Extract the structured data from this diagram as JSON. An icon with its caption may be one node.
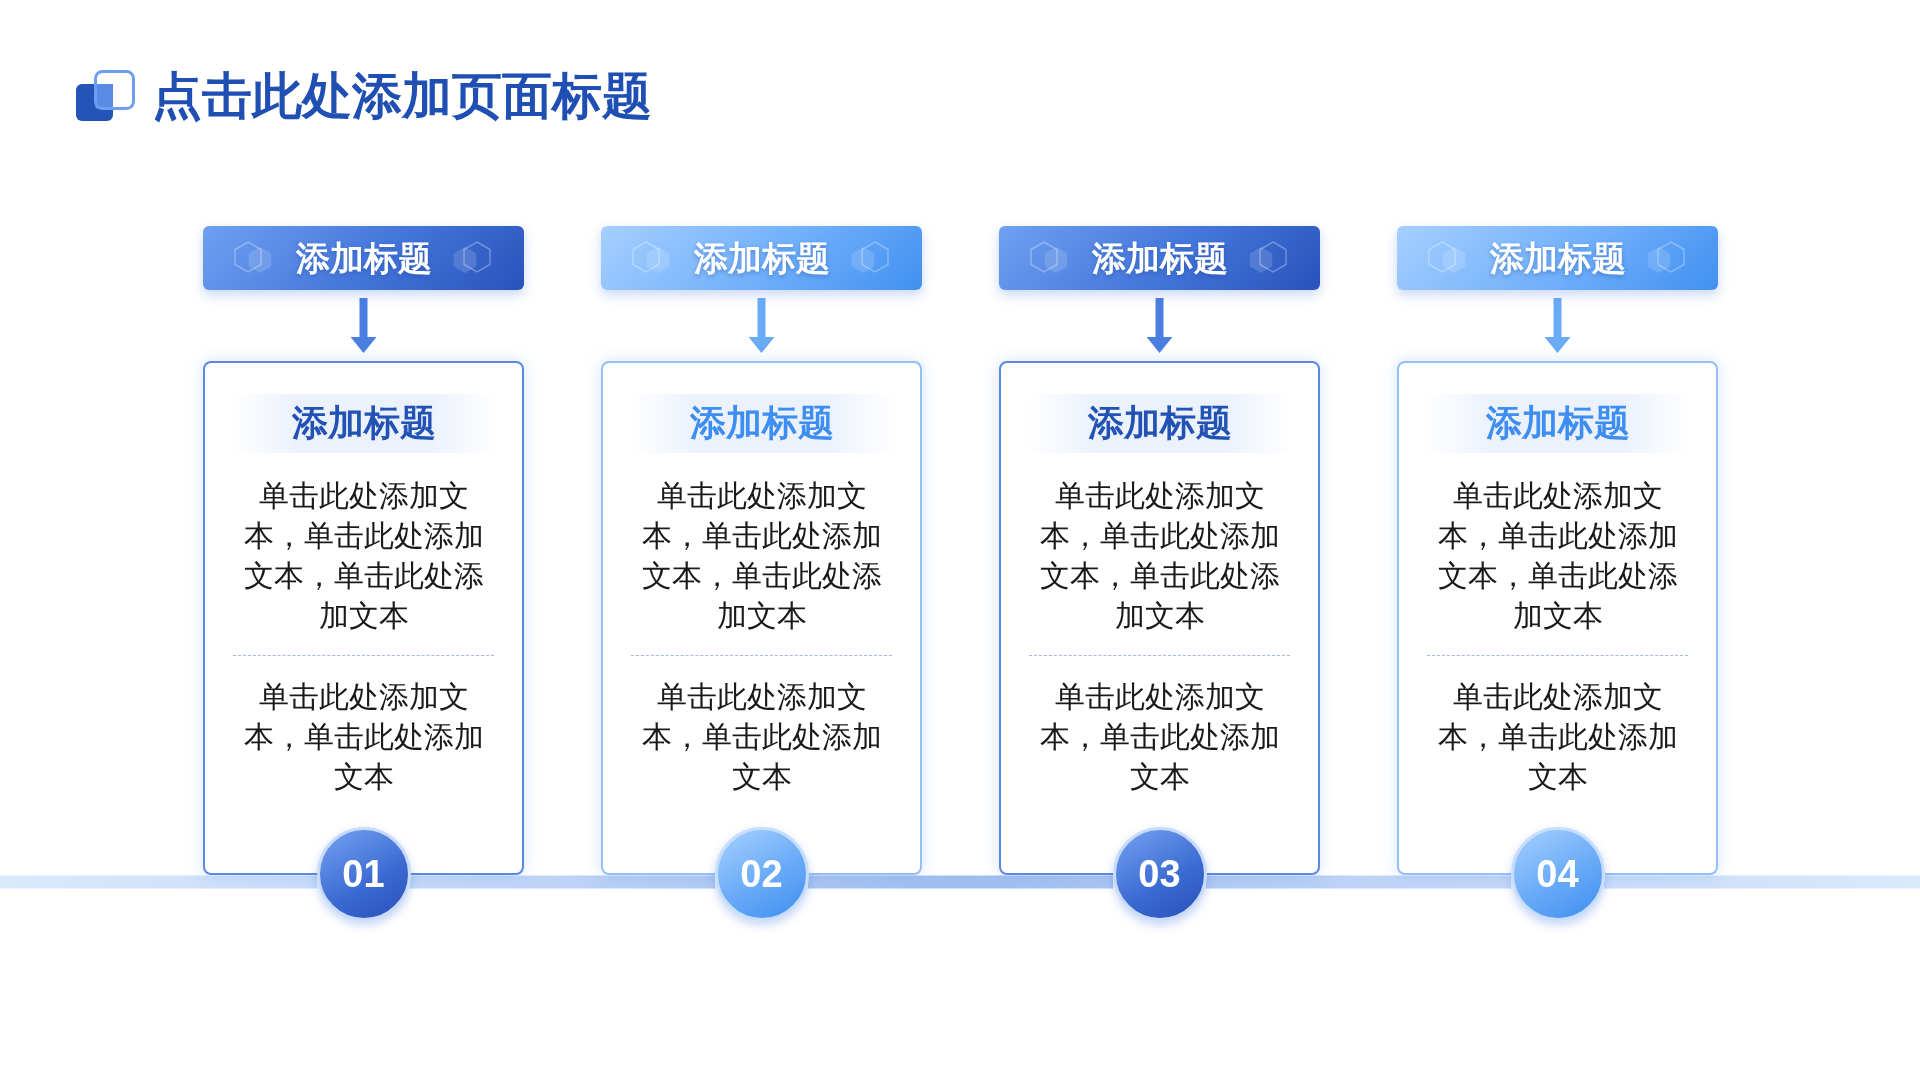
{
  "diagram": {
    "title": "点击此处添加页面标题",
    "nodes": [
      {
        "text": [
          "添加标题"
        ]
      },
      {
        "text": [
          "添加标题"
        ]
      },
      {
        "text": [
          "添加标题"
        ]
      },
      {
        "text": [
          "添加标题"
        ]
      },
      {
        "text": [
          "添加标题",
          "单击此处添加文本，单击此处添加文本，单击此处添加文本",
          "单击此处添加文本，单击此处添加文本"
        ]
      },
      {
        "text": [
          "添加标题",
          "单击此处添加文本，单击此处添加文本，单击此处添加文本",
          "单击此处添加文本，单击此处添加文本"
        ]
      },
      {
        "text": [
          "添加标题",
          "单击此处添加文本，单击此处添加文本，单击此处添加文本",
          "单击此处添加文本，单击此处添加文本"
        ]
      },
      {
        "text": [
          "添加标题",
          "单击此处添加文本，单击此处添加文本，单击此处添加文本",
          "单击此处添加文本，单击此处添加文本"
        ]
      },
      {
        "text": [
          "01"
        ]
      },
      {
        "text": [
          "02"
        ]
      },
      {
        "text": [
          "03"
        ]
      },
      {
        "text": [
          "04"
        ]
      }
    ],
    "edges": [
      {
        "from": 0,
        "to": 4,
        "arrow": "to"
      },
      {
        "from": 1,
        "to": 5,
        "arrow": "to"
      },
      {
        "from": 2,
        "to": 6,
        "arrow": "to"
      },
      {
        "from": 3,
        "to": 7,
        "arrow": "to"
      },
      {
        "from": null,
        "to": 8,
        "arrow": "none",
        "style": "thick"
      },
      {
        "from": 8,
        "to": 9,
        "arrow": "none",
        "style": "thick"
      },
      {
        "from": 9,
        "to": 10,
        "arrow": "none",
        "style": "thick"
      },
      {
        "from": 10,
        "to": 11,
        "arrow": "none",
        "style": "thick"
      },
      {
        "from": 11,
        "to": null,
        "arrow": "none",
        "style": "thick"
      }
    ]
  }
}
